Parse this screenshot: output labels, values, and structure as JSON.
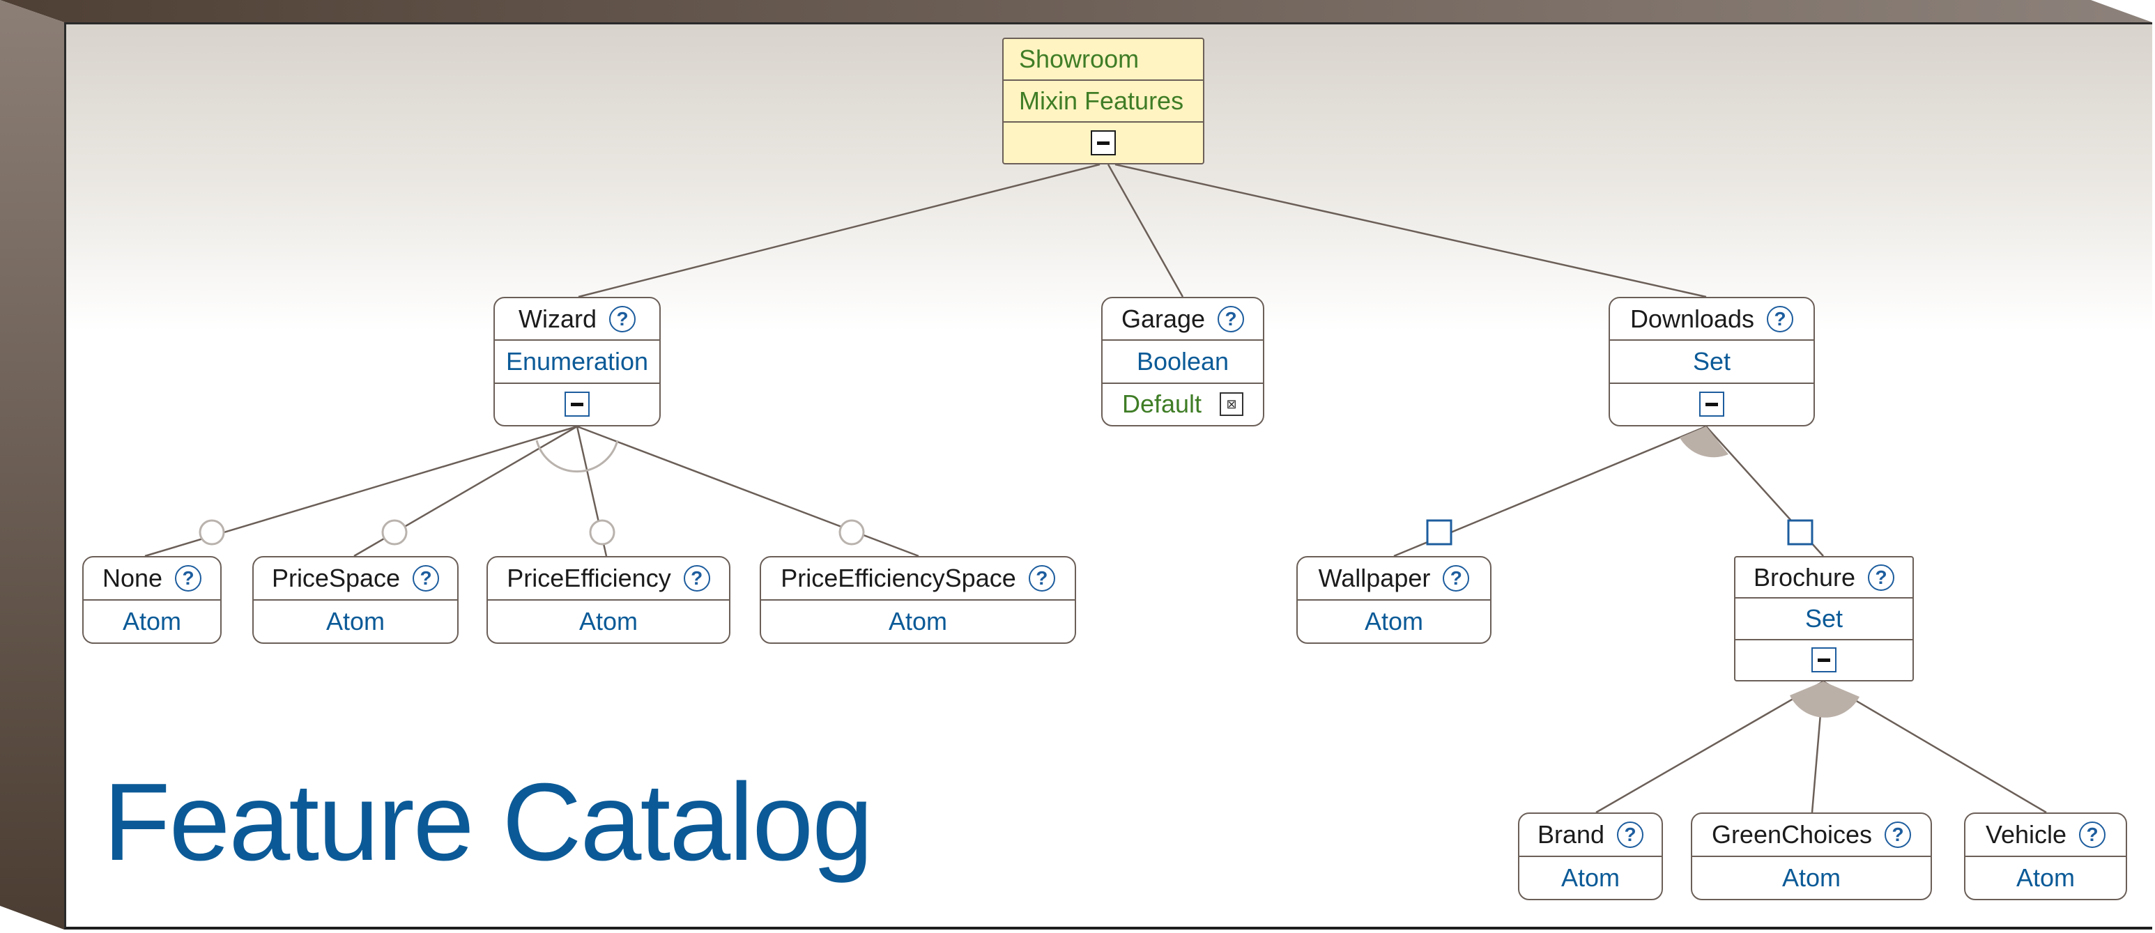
{
  "title": "Feature Catalog",
  "colors": {
    "accent": "#0b5a97",
    "root_fill": "#fff4c2",
    "root_text": "#3f7d26",
    "border": "#6b5f58"
  },
  "root": {
    "name": "Showroom",
    "subtitle": "Mixin Features",
    "toggle_icon": "minus-icon"
  },
  "wizard": {
    "name": "Wizard",
    "type": "Enumeration",
    "help": "?",
    "toggle_icon": "minus-icon"
  },
  "garage": {
    "name": "Garage",
    "type": "Boolean",
    "default_label": "Default",
    "help": "?",
    "checkbox": "⊠"
  },
  "downloads": {
    "name": "Downloads",
    "type": "Set",
    "help": "?",
    "toggle_icon": "minus-icon"
  },
  "brochure": {
    "name": "Brochure",
    "type": "Set",
    "help": "?",
    "toggle_icon": "minus-icon"
  },
  "enum_options": [
    {
      "name": "None",
      "type": "Atom",
      "help": "?"
    },
    {
      "name": "PriceSpace",
      "type": "Atom",
      "help": "?"
    },
    {
      "name": "PriceEfficiency",
      "type": "Atom",
      "help": "?"
    },
    {
      "name": "PriceEfficiencySpace",
      "type": "Atom",
      "help": "?"
    }
  ],
  "download_items": [
    {
      "name": "Wallpaper",
      "type": "Atom",
      "help": "?"
    }
  ],
  "brochure_items": [
    {
      "name": "Brand",
      "type": "Atom",
      "help": "?"
    },
    {
      "name": "GreenChoices",
      "type": "Atom",
      "help": "?"
    },
    {
      "name": "Vehicle",
      "type": "Atom",
      "help": "?"
    }
  ]
}
